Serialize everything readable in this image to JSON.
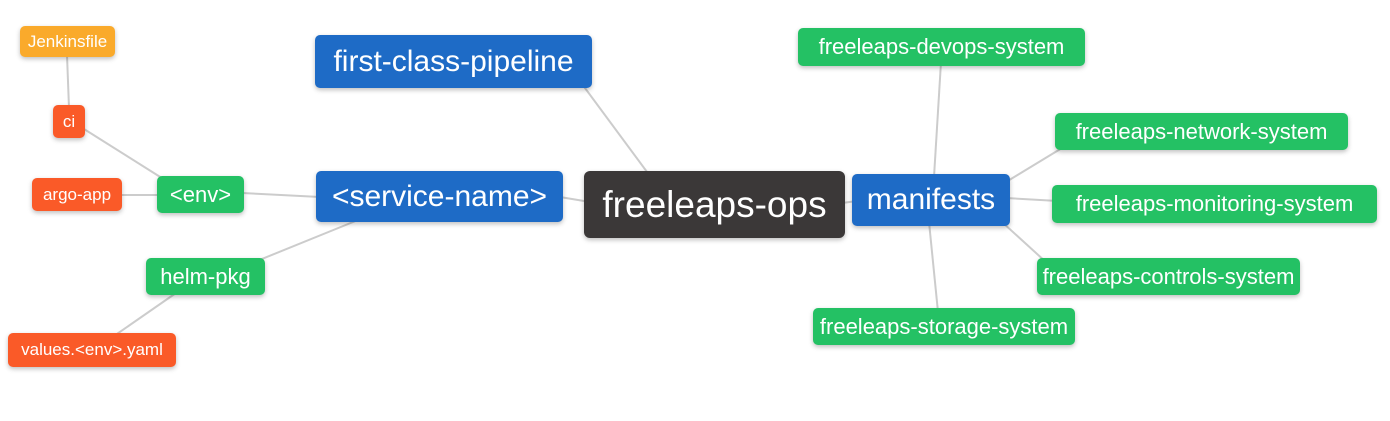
{
  "diagram": {
    "nodes": {
      "freeleaps_ops": {
        "label": "freeleaps-ops"
      },
      "first_class_pipeline": {
        "label": "first-class-pipeline"
      },
      "service_name": {
        "label": "<service-name>"
      },
      "manifests": {
        "label": "manifests"
      },
      "env": {
        "label": "<env>"
      },
      "helm_pkg": {
        "label": "helm-pkg"
      },
      "ci": {
        "label": "ci"
      },
      "argo_app": {
        "label": "argo-app"
      },
      "jenkinsfile": {
        "label": "Jenkinsfile"
      },
      "values_env_yaml": {
        "label": "values.<env>.yaml"
      },
      "freeleaps_devops_system": {
        "label": "freeleaps-devops-system"
      },
      "freeleaps_network_system": {
        "label": "freeleaps-network-system"
      },
      "freeleaps_monitoring_system": {
        "label": "freeleaps-monitoring-system"
      },
      "freeleaps_controls_system": {
        "label": "freeleaps-controls-system"
      },
      "freeleaps_storage_system": {
        "label": "freeleaps-storage-system"
      }
    },
    "edges": [
      {
        "from": "jenkinsfile",
        "to": "ci"
      },
      {
        "from": "ci",
        "to": "env"
      },
      {
        "from": "argo_app",
        "to": "env"
      },
      {
        "from": "env",
        "to": "service_name"
      },
      {
        "from": "service_name",
        "to": "helm_pkg"
      },
      {
        "from": "helm_pkg",
        "to": "values_env_yaml"
      },
      {
        "from": "service_name",
        "to": "freeleaps_ops"
      },
      {
        "from": "first_class_pipeline",
        "to": "freeleaps_ops"
      },
      {
        "from": "freeleaps_ops",
        "to": "manifests"
      },
      {
        "from": "manifests",
        "to": "freeleaps_devops_system"
      },
      {
        "from": "manifests",
        "to": "freeleaps_network_system"
      },
      {
        "from": "manifests",
        "to": "freeleaps_monitoring_system"
      },
      {
        "from": "manifests",
        "to": "freeleaps_controls_system"
      },
      {
        "from": "manifests",
        "to": "freeleaps_storage_system"
      }
    ],
    "colors": {
      "root_bg": "#3B3838",
      "branch_bg": "#1E6BC6",
      "sub_bg": "#24C164",
      "leaf_red_bg": "#FA5A28",
      "leaf_orange_bg": "#FAAA2B",
      "edge": "#CCCCCC",
      "text": "#FFFFFF",
      "canvas_bg": "#FFFFFF"
    }
  }
}
